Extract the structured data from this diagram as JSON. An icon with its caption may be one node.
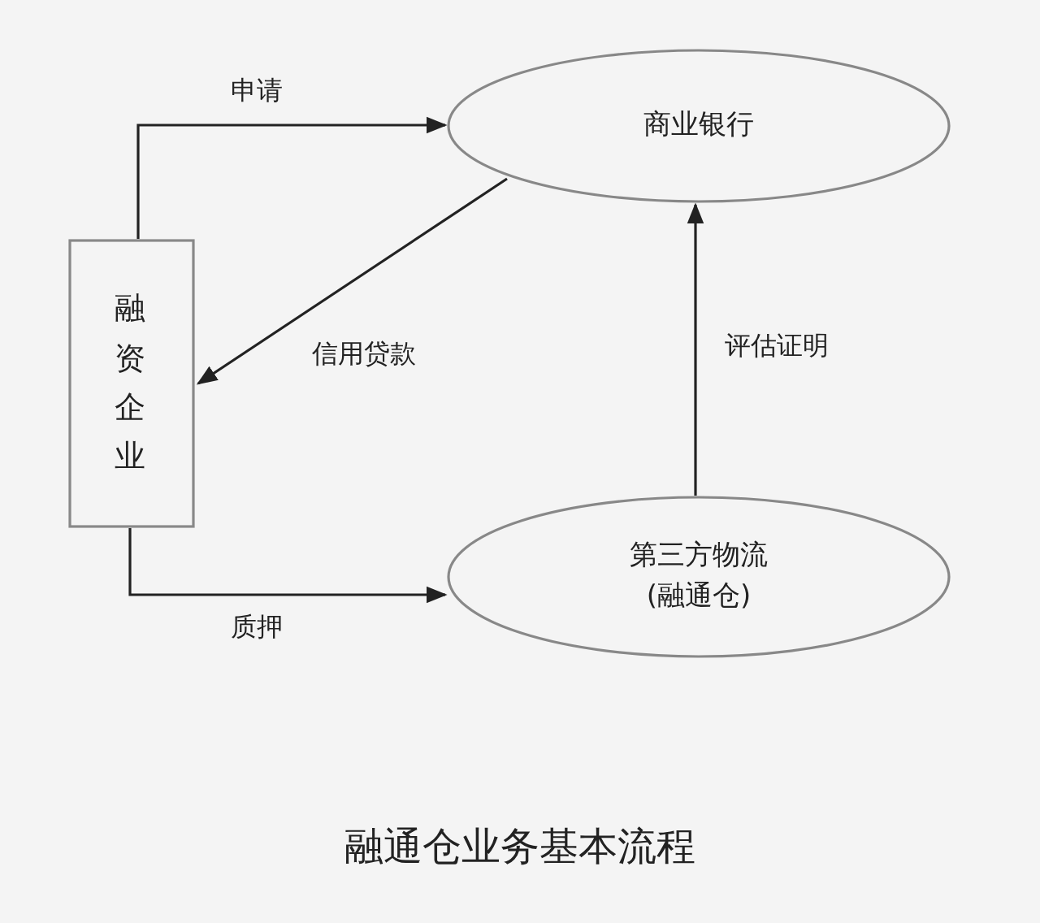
{
  "diagram": {
    "caption": "融通仓业务基本流程",
    "nodes": [
      {
        "text": [
          "融资企业"
        ]
      },
      {
        "text": [
          "商业银行"
        ]
      },
      {
        "text": [
          "第三方物流",
          "(融通仓)"
        ]
      }
    ],
    "edges": [
      {
        "from": 0,
        "to": 1,
        "arrow": "to",
        "label": "申请"
      },
      {
        "from": 1,
        "to": 0,
        "arrow": "to",
        "label": "信用贷款"
      },
      {
        "from": 0,
        "to": 2,
        "arrow": "to",
        "label": "质押"
      },
      {
        "from": 2,
        "to": 1,
        "arrow": "to",
        "label": "评估证明"
      }
    ]
  }
}
